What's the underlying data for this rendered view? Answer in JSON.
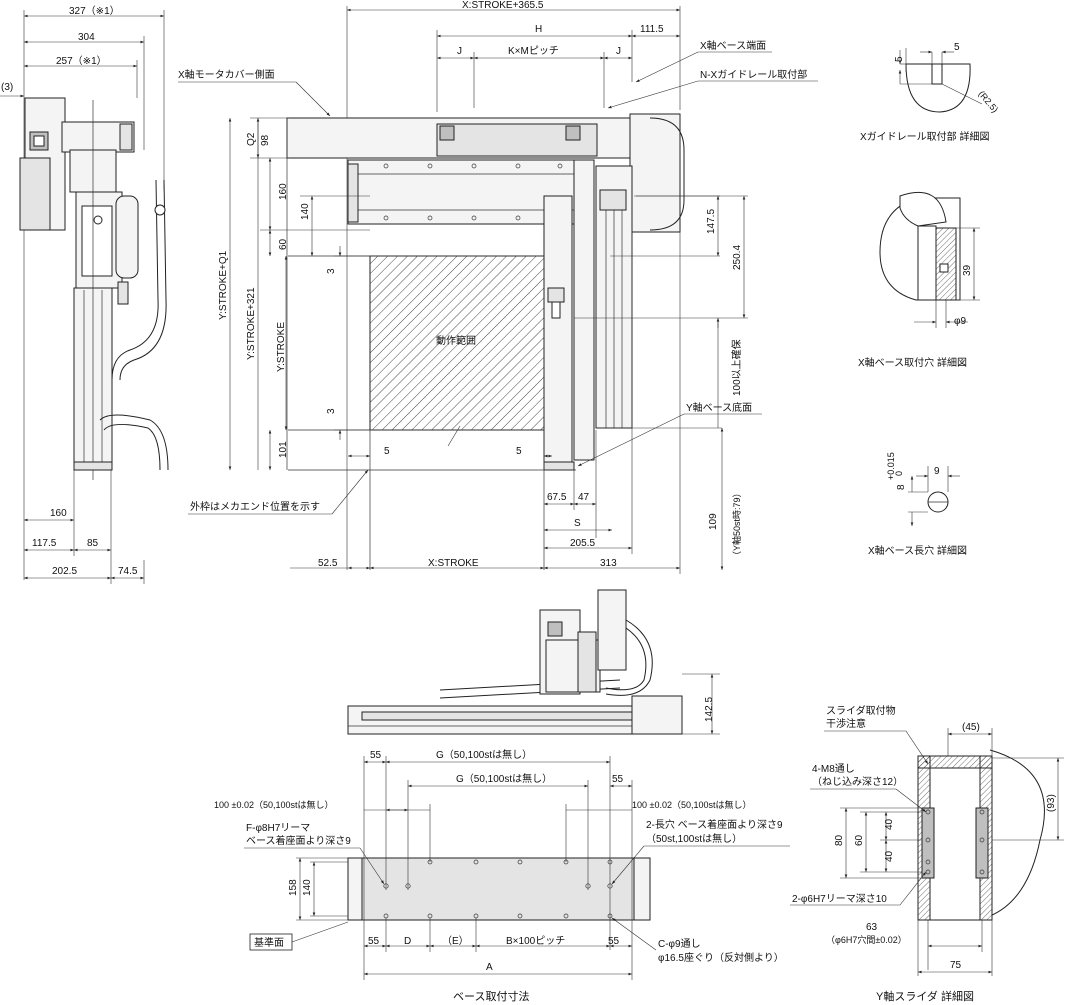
{
  "dims_top": {
    "d327": "327（※1）",
    "d304": "304",
    "d257": "257（※1）",
    "d3": "(3)",
    "xstroke365": "X:STROKE+365.5",
    "h": "H",
    "d111_5": "111.5",
    "j_left": "J",
    "kxm": "K×Mピッチ",
    "j_right": "J",
    "q2": "Q2",
    "d98": "98",
    "d160a": "160",
    "d140a": "140",
    "d60": "60",
    "d3a": "3",
    "d3b": "3",
    "d101": "101",
    "d147_5": "147.5",
    "d250_4": "250.4",
    "d100": "100以上確保",
    "ystroke_q1": "Y:STROKE+Q1",
    "ystroke_321": "Y:STROKE+321",
    "ystroke": "Y:STROKE",
    "d5l": "5",
    "d5r": "5",
    "d67_5": "67.5",
    "d47": "47",
    "s": "S",
    "d205_5": "205.5",
    "d109": "109",
    "d109sub": "（Y軸50st時:79）",
    "d52_5": "52.5",
    "xstroke": "X:STROKE",
    "d313": "313",
    "d160b": "160",
    "d117_5": "117.5",
    "d85": "85",
    "d202_5": "202.5",
    "d74_5": "74.5",
    "d142_5": "142.5"
  },
  "callouts": {
    "xmotor": "X軸モータカバー側面",
    "xbase_end": "X軸ベース端面",
    "nx_rail": "N-Xガイドレール取付部",
    "range": "動作範囲",
    "ybase_bottom": "Y軸ベース底面",
    "frame_note": "外枠はメカエンド位置を示す"
  },
  "detail_rail": {
    "d5a": "5",
    "d5b": "5",
    "r": "(R2.5)",
    "caption": "Xガイドレール取付部 詳細図"
  },
  "detail_hole": {
    "d39": "39",
    "phi9": "φ9",
    "caption": "X軸ベース取付穴 詳細図"
  },
  "detail_slot": {
    "tol": "+0.015",
    "tol0": "0",
    "d8": "8",
    "d9": "9",
    "caption": "X軸ベース長穴 詳細図"
  },
  "base": {
    "d55a": "55",
    "g1": "G（50,100stは無し）",
    "g2": "G（50,100stは無し）",
    "d55b": "55",
    "tol_left": "100 ±0.02（50,100stは無し）",
    "tol_right": "100 ±0.02（50,100stは無し）",
    "reamer1": "F-φ8H7リーマ",
    "reamer2": "ベース着座面より深さ9",
    "slot1": "2-長穴 ベース着座面より深さ9",
    "slot2": "（50st,100stは無し）",
    "d158": "158",
    "d140": "140",
    "ref": "基準面",
    "d55c": "55",
    "dd": "D",
    "de": "（E）",
    "bpitch": "B×100ピッチ",
    "d55d": "55",
    "a": "A",
    "thru1": "C-φ9通し",
    "thru2": "φ16.5座ぐり（反対側より）",
    "caption": "ベース取付寸法"
  },
  "slider": {
    "note1": "スライダ取付物",
    "note2": "干渉注意",
    "d45": "(45)",
    "m8a": "4-M8通し",
    "m8b": "（ねじ込み深さ12）",
    "d93": "(93)",
    "d80": "80",
    "d60": "60",
    "d40a": "40",
    "d40b": "40",
    "ream": "2-φ6H7リーマ深さ10",
    "d63": "63",
    "d63sub": "（φ6H7穴間±0.02）",
    "d75": "75",
    "caption": "Y軸スライダ 詳細図"
  }
}
